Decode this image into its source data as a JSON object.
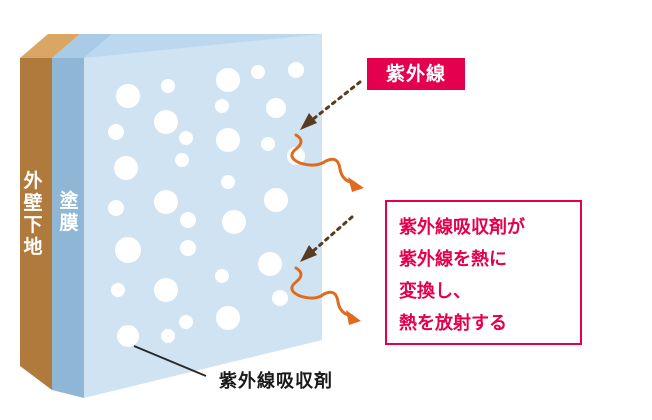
{
  "labels": {
    "base_wall": "外壁下地",
    "coating_film": "塗膜",
    "uv": "紫外線",
    "absorber": "紫外線吸収剤",
    "effect_lines": [
      "紫外線吸収剤が",
      "紫外線を熱に",
      "変換し、",
      "熱を放射する"
    ]
  },
  "colors": {
    "base_wall": "#b07a3c",
    "base_wall_top": "#d9a664",
    "coating_side": "#8fb6d5",
    "coating_top": "#a9cbe6",
    "coating_front": "#cfe3f3",
    "accent": "#e5004f",
    "arrow_dots": "#5b3b20",
    "wave": "#e06a1e"
  },
  "icons": [
    "dotted-arrow-icon",
    "wavy-arrow-icon"
  ]
}
